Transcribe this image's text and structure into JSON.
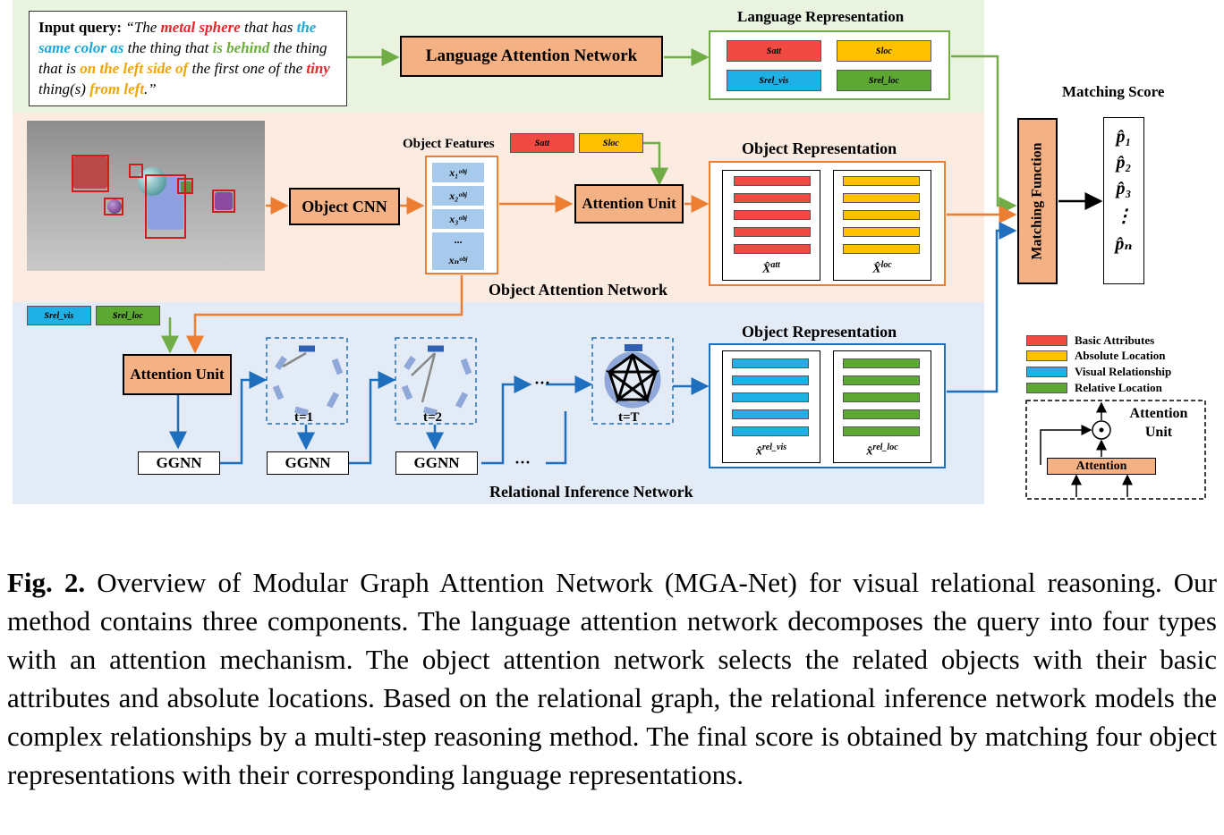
{
  "figure": {
    "query": {
      "prefix": "Input query:",
      "open_quote": "“The ",
      "t1": "metal sphere",
      "t2": " that has ",
      "t3": "the same color as",
      "t4": " the thing that ",
      "t5": "is behind",
      "t6": " the thing that is ",
      "t7": "on the left side of",
      "t8": " the first one of the ",
      "t9": "tiny",
      "t10": " thing(s) ",
      "t11": "from left",
      "t12": ".”"
    },
    "language_attention_network": "Language Attention Network",
    "language_representation": "Language Representation",
    "s_att": "s",
    "s_att_sup": "att",
    "s_loc": "s",
    "s_loc_sup": "loc",
    "s_rel_vis": "s",
    "s_rel_vis_sup": "rel_vis",
    "s_rel_loc": "s",
    "s_rel_loc_sup": "rel_loc",
    "object_cnn": "Object CNN",
    "object_features": "Object Features",
    "features": [
      "x₁ᵒᵇʲ",
      "x₂ᵒᵇʲ",
      "x₃ᵒᵇʲ",
      "···",
      "xₙᵒᵇʲ"
    ],
    "attention_unit": "Attention Unit",
    "object_representation": "Object Representation",
    "x_att": "X̂",
    "x_att_sup": "att",
    "x_loc": "X̂",
    "x_loc_sup": "loc",
    "object_attention_network": "Object Attention Network",
    "matching_score": "Matching Score",
    "matching_function": "Matching Function",
    "scores": [
      "p̂₁",
      "p̂₂",
      "p̂₃",
      "⋮",
      "p̂ₙ"
    ],
    "ggnn": "GGNN",
    "t1": "t=1",
    "t2": "t=2",
    "tT": "t=T",
    "dots": "···",
    "x_rel_vis": "x̂",
    "x_rel_vis_sup": "rel_vis",
    "x_rel_loc": "x̂",
    "x_rel_loc_sup": "rel_loc",
    "relational_inference_network": "Relational Inference Network",
    "legend": [
      {
        "label": "Basic Attributes",
        "color": "#f04b42"
      },
      {
        "label": "Absolute Location",
        "color": "#ffc000"
      },
      {
        "label": "Visual Relationship",
        "color": "#1fb0e6"
      },
      {
        "label": "Relative Location",
        "color": "#5da832"
      }
    ],
    "attention_unit_detail_title": "Attention Unit",
    "attention_detail_box": "Attention",
    "odot": "⊙"
  },
  "caption": {
    "fig_label": "Fig. 2.",
    "text": " Overview of Modular Graph Attention Network (MGA-Net) for visual relational reasoning. Our method contains three components. The language attention network decomposes the query into four types with an attention mechanism. The object attention network selects the related objects with their basic attributes and absolute locations. Based on the relational graph, the relational inference network models the complex relationships by a multi-step reasoning method. The final score is obtained by matching four object representations with their corresponding language representations."
  },
  "colors": {
    "green_band": "#e9f3e0",
    "orange_band": "#fcebe0",
    "blue_band": "#e3ebf6",
    "orange": "#ed7d31",
    "blue": "#1f6fbf",
    "green": "#70ad47",
    "red_bar": "#f04b42",
    "yellow_bar": "#ffc000",
    "cyan_bar": "#1fb0e6",
    "green_bar": "#5da832"
  }
}
